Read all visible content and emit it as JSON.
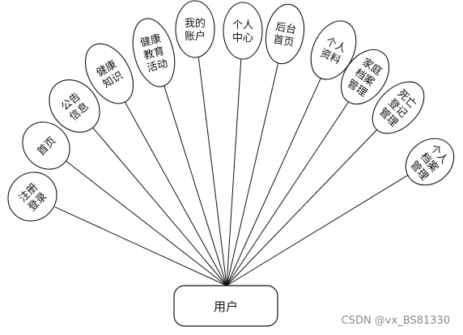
{
  "diagram": {
    "root": {
      "label": "用户"
    },
    "nodes": [
      {
        "id": "register-login",
        "lines": [
          "注册",
          "登录"
        ]
      },
      {
        "id": "home",
        "lines": [
          "首页"
        ]
      },
      {
        "id": "announcements",
        "lines": [
          "公告",
          "信息"
        ]
      },
      {
        "id": "health-knowledge",
        "lines": [
          "健康",
          "知识"
        ]
      },
      {
        "id": "health-education",
        "lines": [
          "健康",
          "教育",
          "活动"
        ]
      },
      {
        "id": "my-account",
        "lines": [
          "我的",
          "账户"
        ]
      },
      {
        "id": "personal-center",
        "lines": [
          "个人",
          "中心"
        ]
      },
      {
        "id": "admin-home",
        "lines": [
          "后台",
          "首页"
        ]
      },
      {
        "id": "personal-info",
        "lines": [
          "个人",
          "资料"
        ]
      },
      {
        "id": "family-archive",
        "lines": [
          "家庭",
          "档案",
          "管理"
        ]
      },
      {
        "id": "death-registration",
        "lines": [
          "死亡",
          "登记",
          "管理"
        ]
      },
      {
        "id": "personal-archive",
        "lines": [
          "个人",
          "档案",
          "管理"
        ]
      }
    ]
  },
  "watermark": "CSDN @vx_BS81330"
}
